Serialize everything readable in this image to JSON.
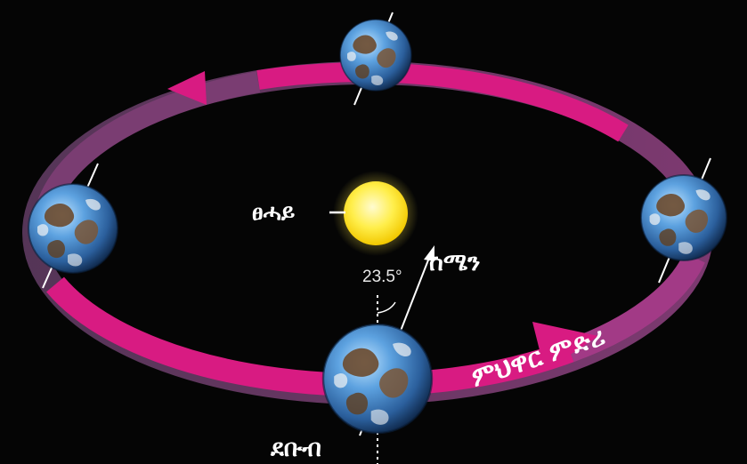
{
  "diagram": {
    "labels": {
      "sun": "ፀሓይ",
      "north": "ሰሜን",
      "south": "ደቡብ",
      "axial_tilt": "23.5°",
      "orbit": "ምህዋር ምድሪ"
    },
    "colors": {
      "background": "#050505",
      "orbit": "#d81b82",
      "orbit_faded": "#6b3f6a",
      "sun": "#ffe94a",
      "earth_ocean": "#3d7fc4",
      "earth_land": "#6b4a2e",
      "label_text": "#ffffff"
    },
    "icons": [
      "sun-icon",
      "earth-icon",
      "orbit-arrow-icon",
      "axis-arrow-icon"
    ]
  }
}
